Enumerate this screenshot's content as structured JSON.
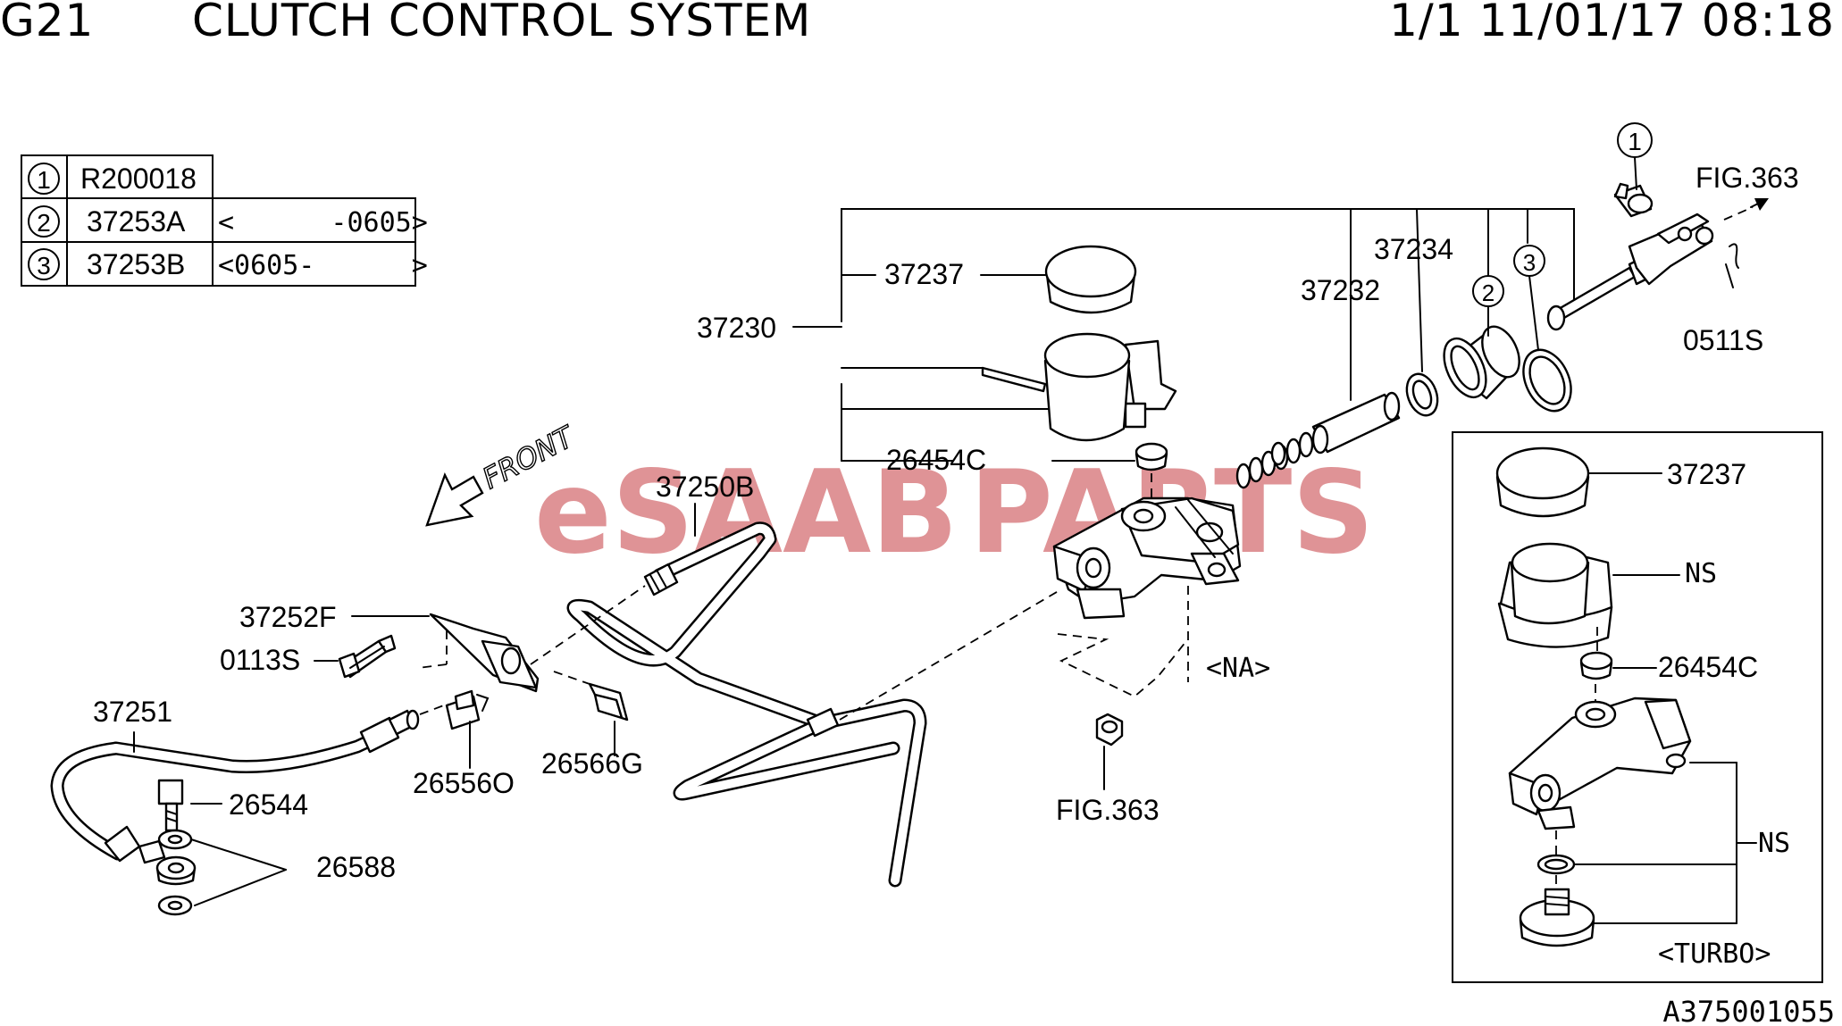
{
  "header": {
    "code": "G21",
    "title": "CLUTCH CONTROL SYSTEM",
    "page_info": "1/1 11/01/17 08:18"
  },
  "watermark": {
    "part1": "eSAAB",
    "part2": "PARTS"
  },
  "legend_table": [
    {
      "num": "1",
      "part": "R200018",
      "range": ""
    },
    {
      "num": "2",
      "part": "37253A",
      "range": "<      -0605>"
    },
    {
      "num": "3",
      "part": "37253B",
      "range": "<0605-      >"
    }
  ],
  "labels": {
    "p37230": "37230",
    "p37237": "37237",
    "p37232": "37232",
    "p37234": "37234",
    "p26454c": "26454C",
    "fig363_top": "FIG.363",
    "p0511s": "0511S",
    "front": "FRONT",
    "p37250b": "37250B",
    "p37252f": "37252F",
    "p0113s": "0113S",
    "p37251": "37251",
    "p26556o": "26556O",
    "p26566g": "26566G",
    "p26544": "26544",
    "p26588": "26588",
    "na": "<NA>",
    "fig363_bottom": "FIG.363",
    "callout1": "1",
    "callout2": "2",
    "callout3": "3"
  },
  "inset": {
    "p37237": "37237",
    "ns_top": "NS",
    "p26454c": "26454C",
    "ns_bottom": "NS",
    "variant": "<TURBO>"
  },
  "diagram_id": "A375001055"
}
